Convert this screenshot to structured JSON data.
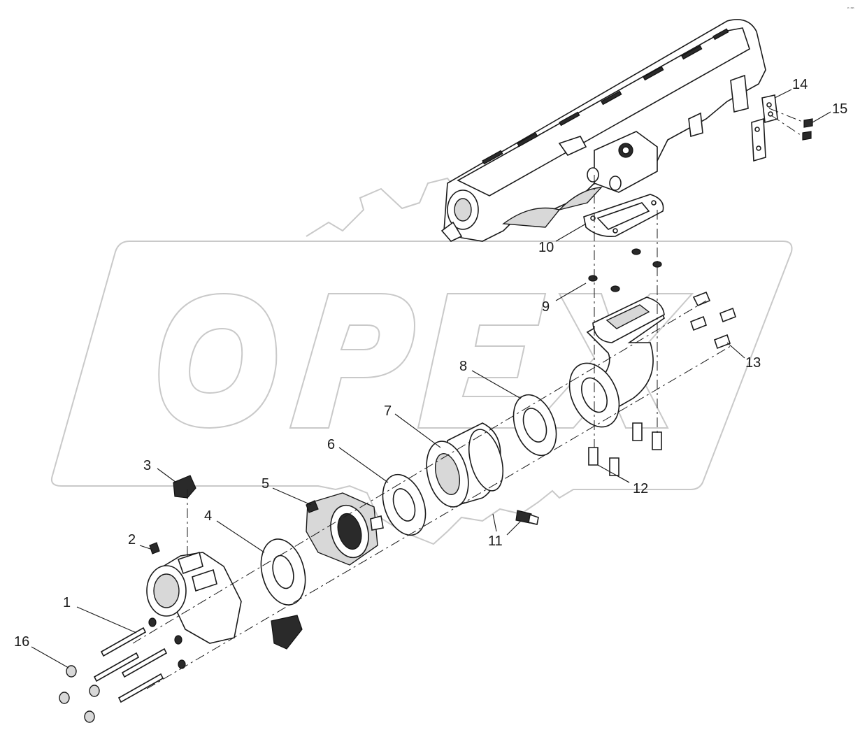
{
  "diagram": {
    "watermark_text": "OPEX",
    "corner_mark": "ⁿ ⁿⁿ",
    "callouts": [
      {
        "id": "c1",
        "label": "1"
      },
      {
        "id": "c2",
        "label": "2"
      },
      {
        "id": "c3",
        "label": "3"
      },
      {
        "id": "c4",
        "label": "4"
      },
      {
        "id": "c5",
        "label": "5"
      },
      {
        "id": "c6",
        "label": "6"
      },
      {
        "id": "c7",
        "label": "7"
      },
      {
        "id": "c8",
        "label": "8"
      },
      {
        "id": "c9",
        "label": "9"
      },
      {
        "id": "c10",
        "label": "10"
      },
      {
        "id": "c11",
        "label": "11"
      },
      {
        "id": "c12",
        "label": "12"
      },
      {
        "id": "c13",
        "label": "13"
      },
      {
        "id": "c14",
        "label": "14"
      },
      {
        "id": "c15",
        "label": "15"
      },
      {
        "id": "c16",
        "label": "16"
      }
    ]
  }
}
